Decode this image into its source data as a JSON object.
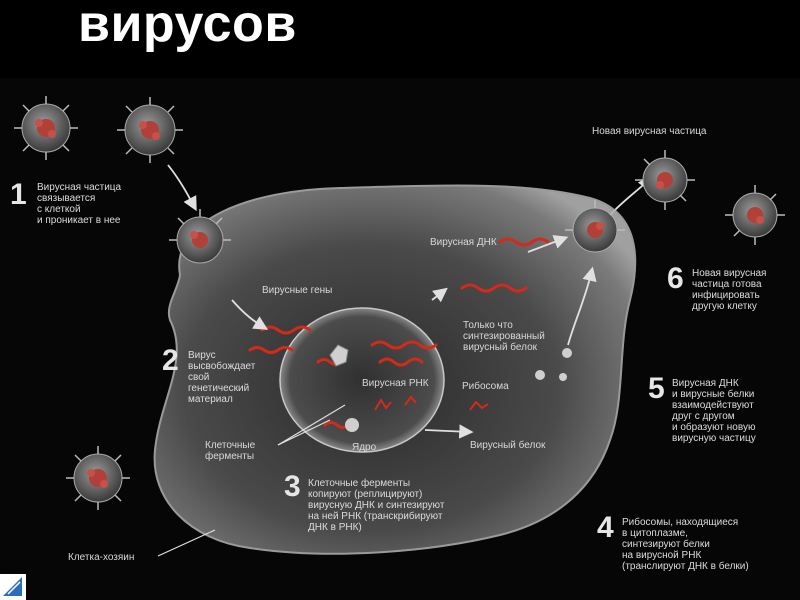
{
  "title": "вирусов",
  "labels": {
    "new_particle": "Новая вирусная частица",
    "viral_dna": "Вирусная ДНК",
    "viral_genes": "Вирусные гены",
    "new_protein": "Только что\nсинтезированный\nвирусный белок",
    "viral_rna": "Вирусная РНК",
    "ribosome": "Рибосома",
    "cell_enzymes": "Клеточные\nферменты",
    "nucleus": "Ядро",
    "viral_protein": "Вирусный белок",
    "host_cell": "Клетка-хозяин"
  },
  "steps": [
    {
      "number": "1",
      "text": "Вирусная частица\nсвязывается\nс клеткой\nи проникает в нее"
    },
    {
      "number": "2",
      "text": "Вирус\nвысвобождает\nсвой\nгенетический\nматериал"
    },
    {
      "number": "3",
      "text": "Клеточные ферменты\nкопируют (реплицируют)\nвирусную ДНК и синтезируют\nна ней РНК (транскрибируют\nДНК в РНК)"
    },
    {
      "number": "4",
      "text": "Рибосомы, находящиеся\nв цитоплазме,\nсинтезируют белки\nна вирусной РНК\n(транслируют ДНК в белки)"
    },
    {
      "number": "5",
      "text": "Вирусная ДНК\nи вирусные белки\nвзаимодействуют\nдруг с другом\nи образуют новую\nвирусную частицу"
    },
    {
      "number": "6",
      "text": "Новая вирусная\nчастица готова\nинфицировать\nдругую клетку"
    }
  ],
  "colors": {
    "background": "#000000",
    "cell": "#5a5a5a",
    "strand": "#d42a1a",
    "virus": "#b04038"
  }
}
